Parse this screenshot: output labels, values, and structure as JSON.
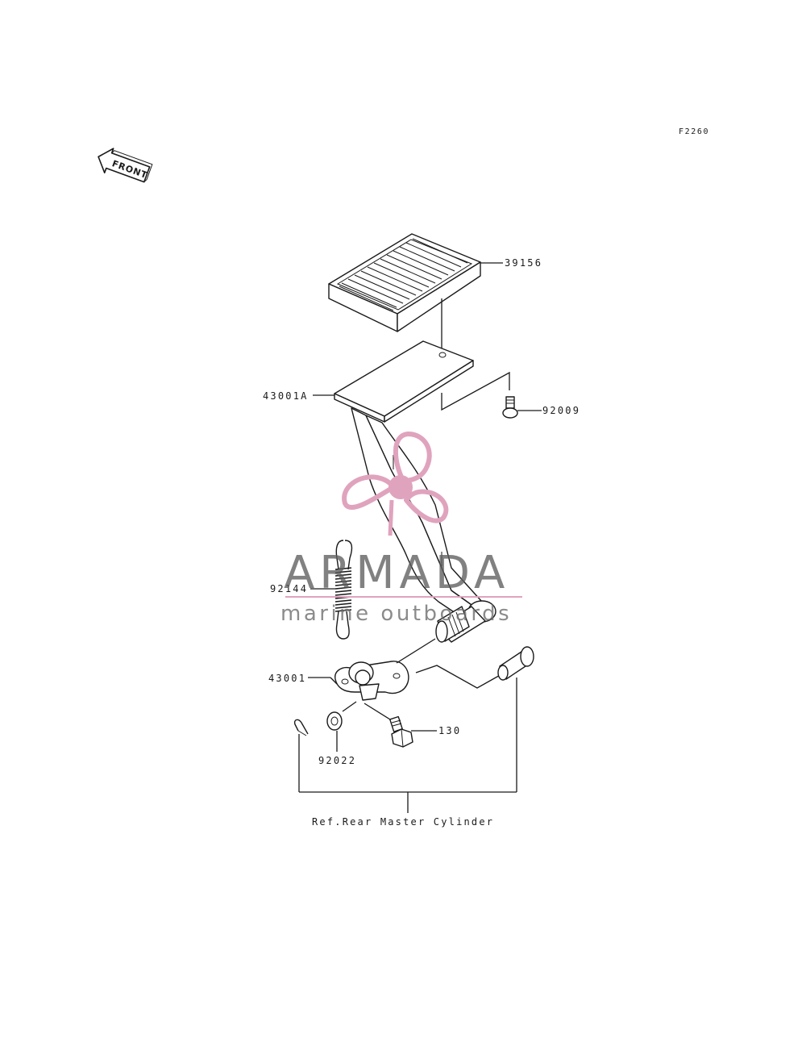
{
  "figure_code": "F2260",
  "front_arrow": {
    "text": "FRONT",
    "icon": "front-direction-arrow-icon"
  },
  "parts": [
    {
      "id": "pad",
      "number": "39156"
    },
    {
      "id": "pedal",
      "number": "43001A"
    },
    {
      "id": "bolt-small",
      "number": "92009"
    },
    {
      "id": "spring",
      "number": "92144"
    },
    {
      "id": "lever",
      "number": "43001"
    },
    {
      "id": "bolt",
      "number": "130"
    },
    {
      "id": "washer",
      "number": "92022"
    }
  ],
  "reference": "Ref.Rear Master Cylinder",
  "watermark": {
    "brand": "ARMADA",
    "tagline": "marine outboards",
    "logo_color": "#e0a3bd",
    "text_color": "#5e5e5e"
  }
}
